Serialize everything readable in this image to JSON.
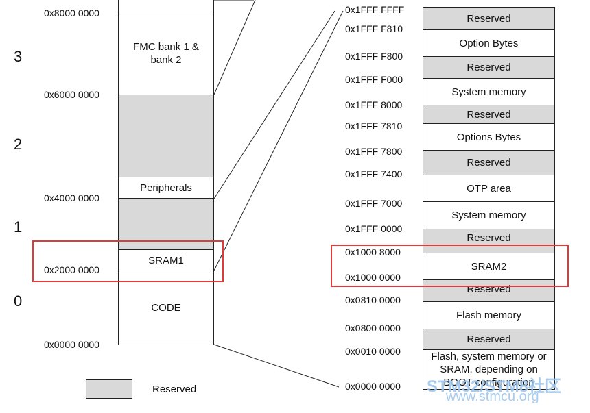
{
  "left_column": {
    "addresses": [
      "0x8000 0000",
      "0x6000 0000",
      "0x4000 0000",
      "0x2000 0000",
      "0x0000 0000"
    ],
    "regions": {
      "fmc": "FMC bank 1 & bank 2",
      "peripherals": "Peripherals",
      "sram1": "SRAM1",
      "code": "CODE"
    },
    "region_numbers": [
      "3",
      "2",
      "1",
      "0"
    ]
  },
  "right_column": {
    "addresses": [
      "0x1FFF FFFF",
      "0x1FFF F810",
      "0x1FFF F800",
      "0x1FFF F000",
      "0x1FFF 8000",
      "0x1FFF 7810",
      "0x1FFF 7800",
      "0x1FFF 7400",
      "0x1FFF 7000",
      "0x1FFF 0000",
      "0x1000 8000",
      "0x1000 0000",
      "0x0810 0000",
      "0x0800 0000",
      "0x0010 0000",
      "0x0000 0000"
    ],
    "regions": [
      "Reserved",
      "Option Bytes",
      "Reserved",
      "System memory",
      "Reserved",
      "Options Bytes",
      "Reserved",
      "OTP area",
      "System memory",
      "Reserved",
      "SRAM2",
      "Reserved",
      "Flash memory",
      "Reserved",
      "Flash, system memory or SRAM, depending on BOOT configuration"
    ]
  },
  "legend": {
    "label": "Reserved"
  },
  "watermark": {
    "line1": "STM32/STM8社区",
    "line2": "www.stmcu.org"
  },
  "colors": {
    "reserved": "#d9d9d9",
    "highlight": "#e03a3a",
    "border": "#222222",
    "watermark": "#9ec7ee"
  }
}
